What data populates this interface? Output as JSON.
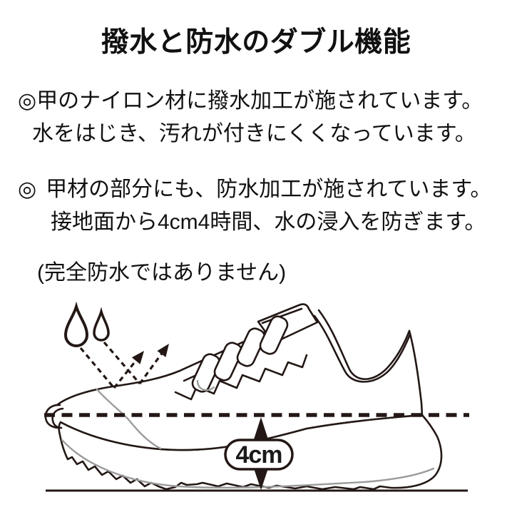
{
  "page": {
    "background": "#ffffff"
  },
  "title": "撥水と防水のダブル機能",
  "bullets": [
    {
      "marker": "◎",
      "line1": "甲のナイロン材に撥水加工が施されています。",
      "line2": "水をはじき、汚れが付きにくくなっています。"
    },
    {
      "marker": "◎",
      "line1": "甲材の部分にも、防水加工が施されています。",
      "line2": "接地面から4cm4時間、水の浸入を防ぎます。"
    }
  ],
  "note": "(完全防水ではありません)",
  "illustration": {
    "subject": "sneaker-side-view-line-drawing",
    "measurement_label": "4cm",
    "icons": [
      "water-droplet-icon",
      "repel-arrow-icon",
      "dashed-waterline",
      "ground-line"
    ],
    "colors": {
      "ink": "#231815",
      "seam_gray": "#9b9b9b",
      "text": "#111111",
      "background": "#ffffff"
    }
  }
}
